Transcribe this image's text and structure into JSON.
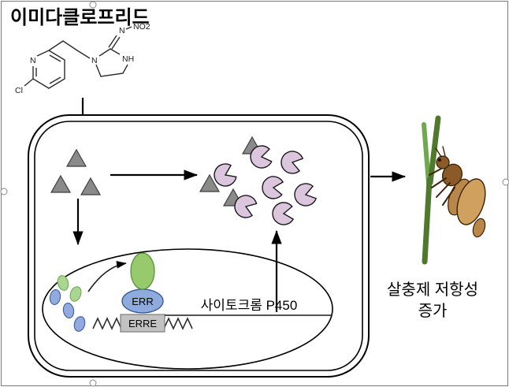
{
  "page": {
    "title": "이미다클로프리드"
  },
  "chem_structure": {
    "pyridine_n": "N",
    "chlorine": "Cl",
    "ring_n": "N",
    "ring_nh": "NH",
    "imine_n": "N",
    "nitro": "NO2"
  },
  "nucleus": {
    "err_label": "ERR",
    "erre_label": "ERRE"
  },
  "pathway": {
    "cytochrome_p450": "사이토크롬 P450"
  },
  "outcome": {
    "line1": "살충제 저항성",
    "line2": "증가"
  },
  "icons": {
    "molecule": "gray-triangle-imidacloprid",
    "enzyme": "purple-pacman-p450",
    "receptor": "green-oval-protein",
    "coactivator": "blue-oval-protein",
    "dna": "zigzag-line",
    "pest": "brown-planthopper",
    "plant": "green-rice-stem"
  },
  "colors": {
    "molecule-fill": "#8a8a8a",
    "molecule-stroke": "#3f3f3f",
    "enzyme-fill": "#dbc6dd",
    "enzyme-stroke": "#1a1a1a",
    "receptor-fill": "#96ca6d",
    "receptor-stroke": "#5e8f3e",
    "smallgreen-fill": "#abd592",
    "smallgreen-stroke": "#6fae4e",
    "blue-fill": "#92abdc",
    "blue-stroke": "#3a5ea8",
    "err-fill": "#8faadc",
    "err-stroke": "#2f5496",
    "erre-fill": "#c2c2c2",
    "erre-stroke": "#7c7c7c",
    "stem-dark": "#4f7a2e",
    "stem-light": "#6fa84f",
    "bug-body": "#8a5a28",
    "bug-wing": "#cfa05e",
    "bug-wing2": "#b9874a",
    "bug-dark": "#3a2306"
  }
}
